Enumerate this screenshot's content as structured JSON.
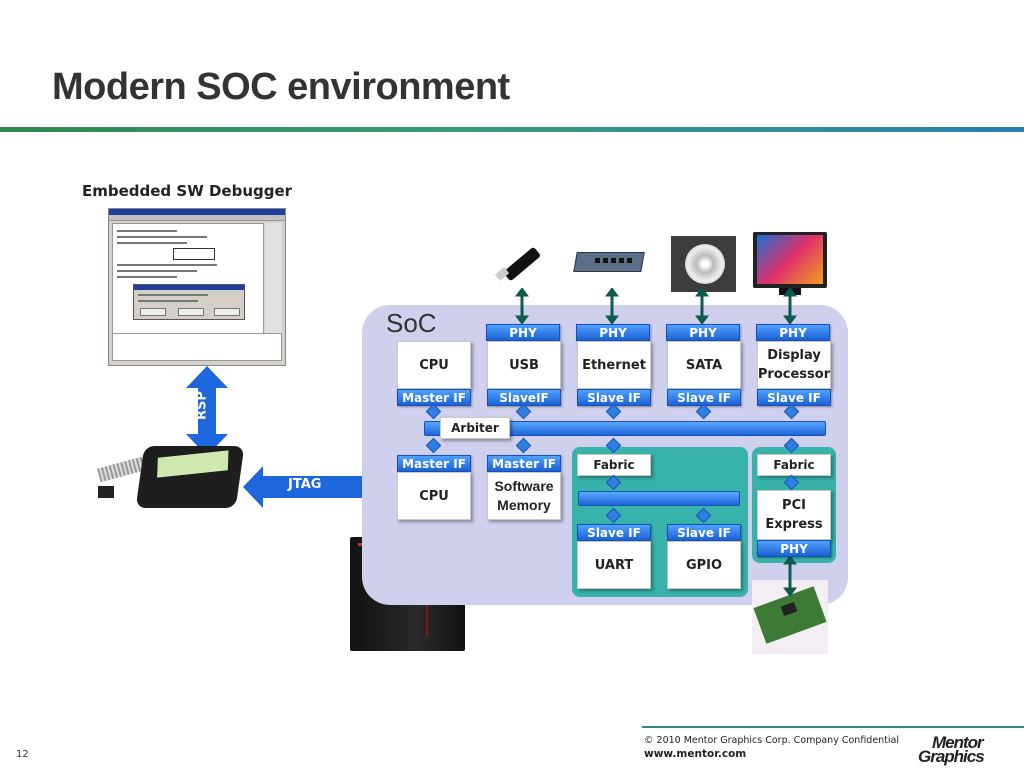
{
  "title": "Modern SOC environment",
  "subtitle": "Embedded SW Debugger",
  "soc_label": "SoC",
  "link_rsp": "RSP",
  "link_jtag": "JTAG",
  "phy": "PHY",
  "cpu_top": "CPU",
  "usb": "USB",
  "ethernet": "Ethernet",
  "sata": "SATA",
  "display_l1": "Display",
  "display_l2": "Processor",
  "master_if": "Master IF",
  "slaveif_usb": "SlaveIF",
  "slave_if": "Slave IF",
  "slave_if_sata": "Slave  IF",
  "arbiter": "Arbiter",
  "fabric": "Fabric",
  "cpu_bottom": "CPU",
  "sw_mem_l1": "Software",
  "sw_mem_l2": "Memory",
  "pci_l1": "PCI",
  "pci_l2": "Express",
  "uart": "UART",
  "gpio": "GPIO",
  "copyright": "© 2010 Mentor Graphics Corp. Company Confidential",
  "url": "www.mentor.com",
  "page_number": "12",
  "logo_l1": "Mentor",
  "logo_l2": "Graphics",
  "colors": {
    "accent_blue": "#1e66dd",
    "soc_bg": "#cfcfee",
    "teal": "#37b3ab",
    "arrow": "#0f5a4e"
  }
}
